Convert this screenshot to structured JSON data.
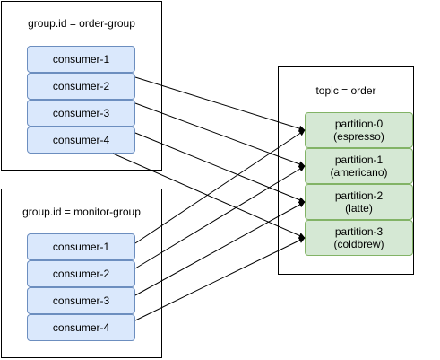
{
  "groups": [
    {
      "title": "group.id = order-group",
      "consumers": [
        "consumer-1",
        "consumer-2",
        "consumer-3",
        "consumer-4"
      ]
    },
    {
      "title": "group.id = monitor-group",
      "consumers": [
        "consumer-1",
        "consumer-2",
        "consumer-3",
        "consumer-4"
      ]
    }
  ],
  "topic": {
    "title": "topic = order",
    "partitions": [
      {
        "name": "partition-0",
        "subtitle": "(espresso)"
      },
      {
        "name": "partition-1",
        "subtitle": "(americano)"
      },
      {
        "name": "partition-2",
        "subtitle": "(latte)"
      },
      {
        "name": "partition-3",
        "subtitle": "(coldbrew)"
      }
    ]
  },
  "edges": [
    {
      "from": "order-consumer-2",
      "to": "partition-0"
    },
    {
      "from": "order-consumer-3",
      "to": "partition-1"
    },
    {
      "from": "order-consumer-4",
      "to": "partition-2"
    },
    {
      "from": "order-consumer-4b",
      "to": "partition-3"
    },
    {
      "from": "monitor-consumer-1",
      "to": "partition-0"
    },
    {
      "from": "monitor-consumer-2",
      "to": "partition-1"
    },
    {
      "from": "monitor-consumer-3",
      "to": "partition-2"
    },
    {
      "from": "monitor-consumer-4",
      "to": "partition-3"
    }
  ],
  "colors": {
    "consumer_fill": "#dae8fc",
    "consumer_stroke": "#6c8ebf",
    "partition_fill": "#d5e8d4",
    "partition_stroke": "#82b366",
    "edge": "#000000"
  }
}
